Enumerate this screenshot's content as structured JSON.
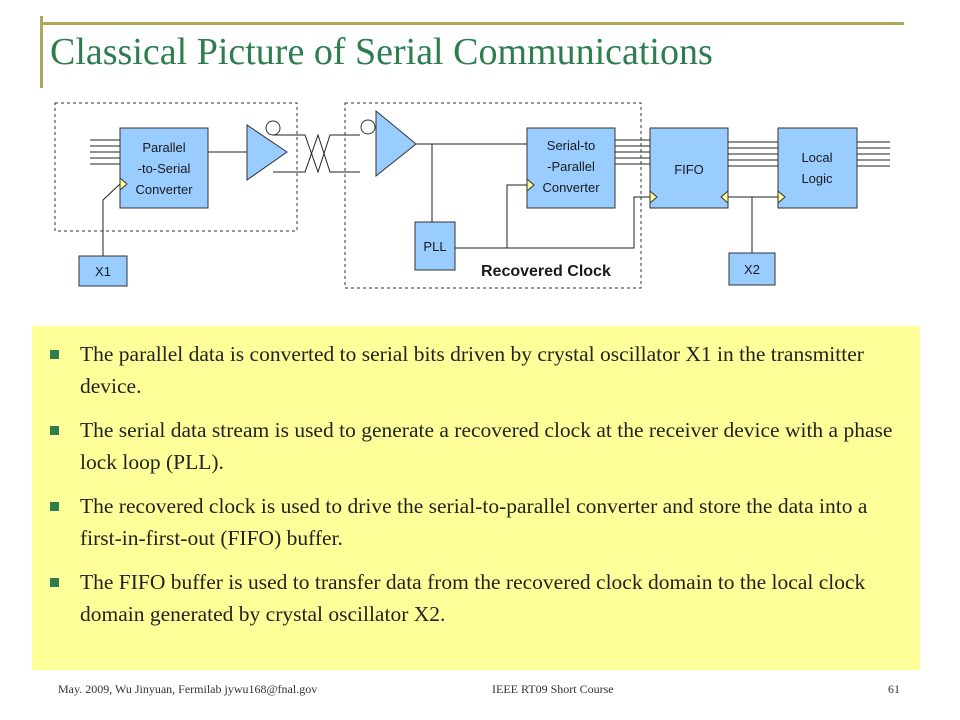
{
  "title": "Classical Picture of Serial Communications",
  "diagram": {
    "parallel_to_serial": [
      "Parallel",
      "-to-Serial",
      "Converter"
    ],
    "serial_to_parallel": [
      "Serial-to",
      "-Parallel",
      "Converter"
    ],
    "fifo": "FIFO",
    "local_logic": [
      "Local",
      "Logic"
    ],
    "pll": "PLL",
    "x1": "X1",
    "x2": "X2",
    "recovered_clock": "Recovered Clock"
  },
  "bullets": [
    "The parallel data is converted to serial bits driven by crystal oscillator X1 in the transmitter device.",
    "The serial data stream is used to generate a recovered clock at the receiver device with a phase lock loop (PLL).",
    "The recovered clock is used to drive the serial-to-parallel converter and store the data into a first-in-first-out (FIFO) buffer.",
    "The FIFO buffer is used to transfer data from the recovered clock domain to the local clock domain generated by crystal oscillator X2."
  ],
  "footer": {
    "left": "May. 2009, Wu Jinyuan, Fermilab jywu168@fnal.gov",
    "center": "IEEE RT09 Short Course",
    "page": "61"
  },
  "colors": {
    "title": "#2e7d4f",
    "accent_line": "#b2a65a",
    "box_fill": "#99ccff",
    "bullet_bg": "#ffff99"
  }
}
